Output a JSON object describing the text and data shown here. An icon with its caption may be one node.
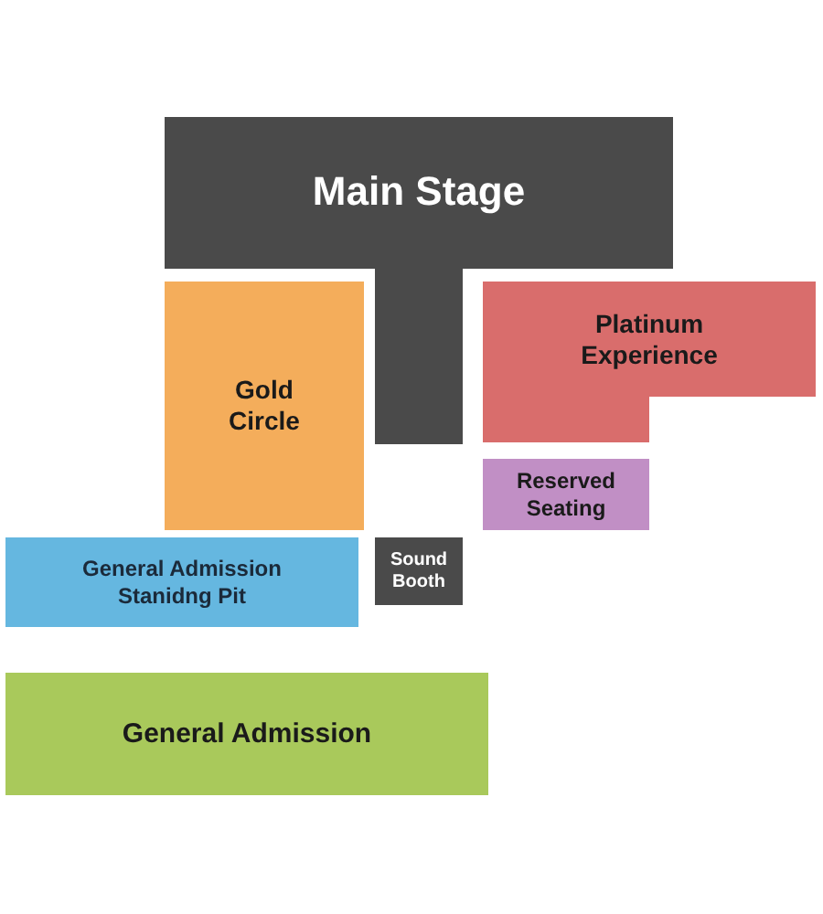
{
  "diagram": {
    "nodes": [
      {
        "text": [
          "Main Stage"
        ]
      },
      {
        "text": [
          "Gold Circle"
        ]
      },
      {
        "text": [
          "Platinum Experience"
        ]
      },
      {
        "text": [
          "Reserved Seating"
        ]
      },
      {
        "text": [
          "General Admission Stanidng Pit"
        ]
      },
      {
        "text": [
          "Sound Booth"
        ]
      },
      {
        "text": [
          "General Admission"
        ]
      }
    ]
  }
}
